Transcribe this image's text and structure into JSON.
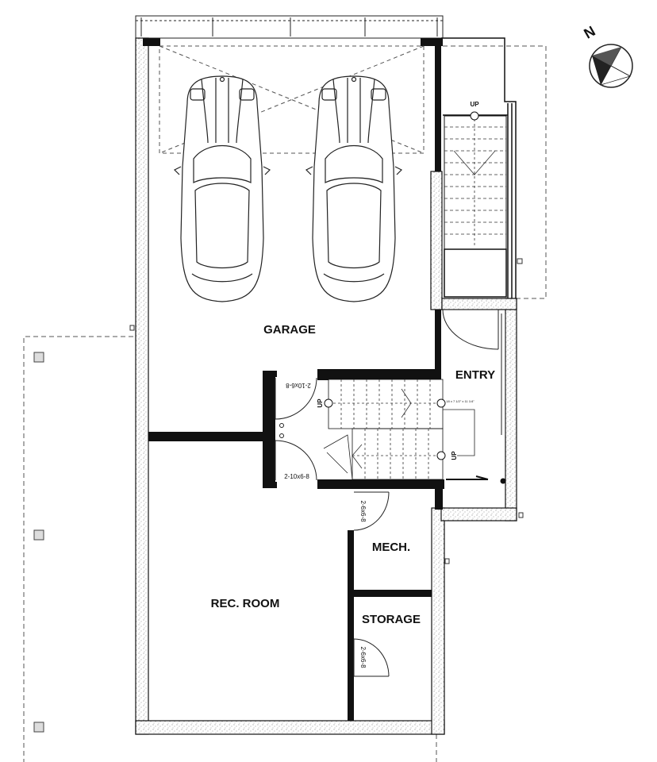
{
  "rooms": {
    "garage": "GARAGE",
    "entry": "ENTRY",
    "mech": "MECH.",
    "storage": "STORAGE",
    "rec_room": "REC. ROOM"
  },
  "stairs": {
    "outer_up": "UP",
    "inner_up_1": "UP",
    "inner_up_2": "UP",
    "stair_note": "18 x 7 1/2\" x 11 1/4\""
  },
  "doors": {
    "garage_door_upper": "2-10x6-8",
    "garage_door_lower": "2-10x6-8",
    "mech_door": "2-6x6-8",
    "storage_door": "2-6x6-8"
  },
  "compass": {
    "north": "N"
  }
}
